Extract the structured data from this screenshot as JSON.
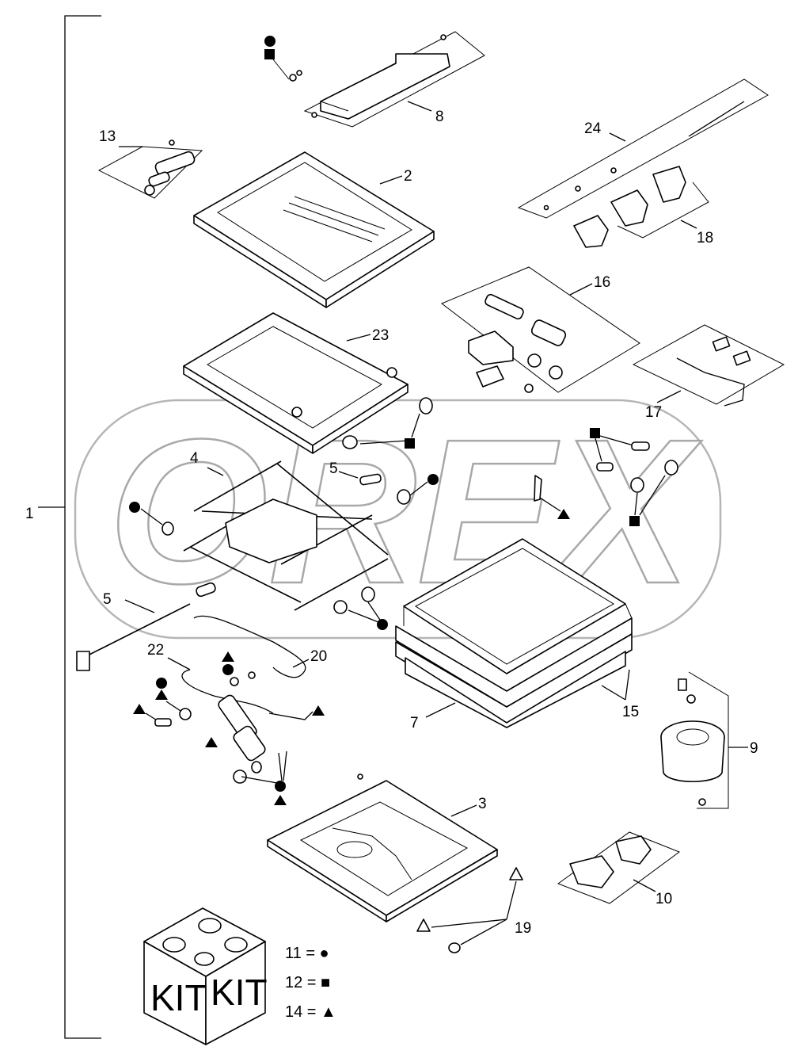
{
  "watermark": "OREX",
  "labels": {
    "l1": "1",
    "l2": "2",
    "l3": "3",
    "l4": "4",
    "l5a": "5",
    "l5b": "5",
    "l7": "7",
    "l8": "8",
    "l9": "9",
    "l10": "10",
    "l13": "13",
    "l15": "15",
    "l16": "16",
    "l17": "17",
    "l18": "18",
    "l19": "19",
    "l20": "20",
    "l22": "22",
    "l23": "23",
    "l24": "24"
  },
  "legend": {
    "row1": "11 = ●",
    "row2": "12 = ■",
    "row3": "14 = ▲"
  },
  "kit": {
    "left": "KIT",
    "right": "KIT"
  }
}
